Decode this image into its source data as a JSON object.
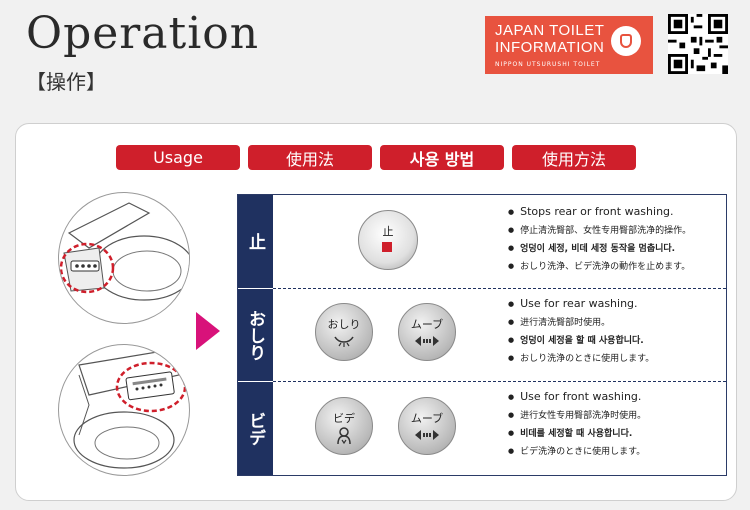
{
  "header": {
    "title": "Operation",
    "subtitle": "【操作】"
  },
  "logo": {
    "line1": "JAPAN TOILET",
    "line2": "INFORMATION",
    "line3": "NIPPON UTSURUSHI TOILET",
    "accent_color": "#e8533f"
  },
  "tabs": [
    "Usage",
    "使用法",
    "사용 방법",
    "使用方法"
  ],
  "rows": [
    {
      "label": "止",
      "buttons": [
        {
          "label": "止",
          "icon": "stop-square-icon"
        }
      ],
      "bullets": [
        "Stops rear or front washing.",
        "停止清洗臀部、女性专用臀部洗净的操作。",
        "엉덩이 세정, 비데 세정 동작을 멈춥니다.",
        "おしり洗浄、ビデ洗浄の動作を止めます。"
      ]
    },
    {
      "label": "おしり",
      "buttons": [
        {
          "label": "おしり",
          "icon": "rear-wash-icon"
        },
        {
          "label": "ムーブ",
          "icon": "move-arrows-icon"
        }
      ],
      "bullets": [
        "Use for rear washing.",
        "进行清洗臀部时使用。",
        "엉덩이 세정을 할 때 사용합니다.",
        "おしり洗浄のときに使用します。"
      ]
    },
    {
      "label": "ビデ",
      "buttons": [
        {
          "label": "ビデ",
          "icon": "bidet-wash-icon"
        },
        {
          "label": "ムーブ",
          "icon": "move-arrows-icon"
        }
      ],
      "bullets": [
        "Use for front washing.",
        "进行女性专用臀部洗净时使用。",
        "비데를 세정할 때 사용합니다.",
        "ビデ洗浄のときに使用します。"
      ]
    }
  ],
  "colors": {
    "tab_red": "#cf1f2b",
    "row_navy": "#1f3160",
    "arrow_magenta": "#d8127a",
    "highlight_red": "#cf1f2b"
  }
}
